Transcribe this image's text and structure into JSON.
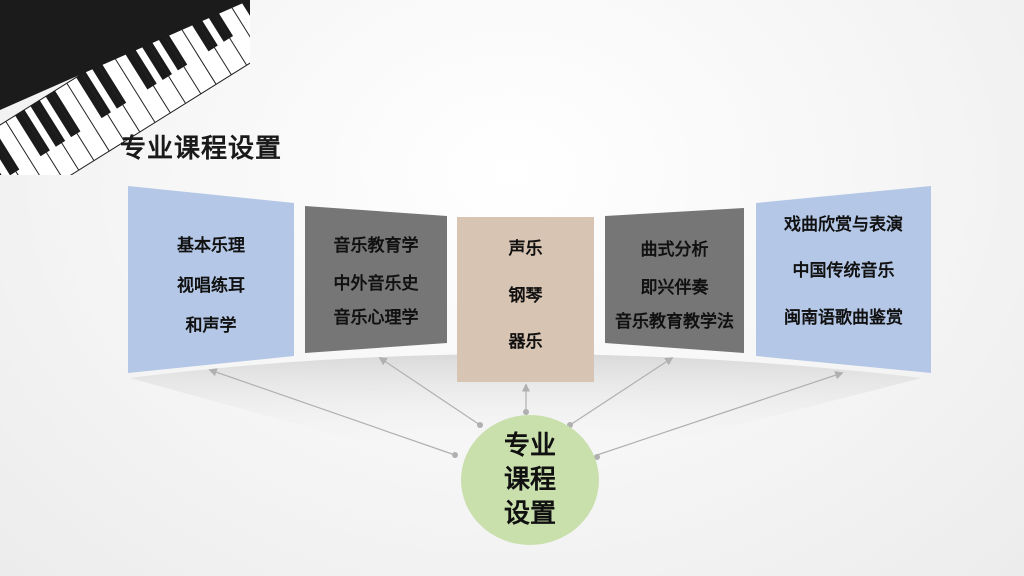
{
  "title": "专业课程设置",
  "hub": {
    "lines": [
      "专业",
      "课程",
      "设置"
    ]
  },
  "panels": [
    {
      "lines": [
        "基本乐理",
        "视唱练耳",
        "和声学"
      ],
      "color": "#b4c7e6"
    },
    {
      "lines": [
        "音乐教育学",
        "中外音乐史",
        "音乐心理学"
      ],
      "color": "#767676"
    },
    {
      "lines": [
        "声乐",
        "钢琴",
        "器乐"
      ],
      "color": "#d8c4b2"
    },
    {
      "lines": [
        "曲式分析",
        "即兴伴奏",
        "音乐教育教学法"
      ],
      "color": "#767676"
    },
    {
      "lines": [
        "戏曲欣赏与表演",
        "中国传统音乐",
        "闽南语歌曲鉴赏"
      ],
      "color": "#b4c7e6"
    }
  ],
  "colors": {
    "hub": "#c9e0ad",
    "arrow": "#b0b0b0",
    "platform": "#e3e3e3"
  }
}
